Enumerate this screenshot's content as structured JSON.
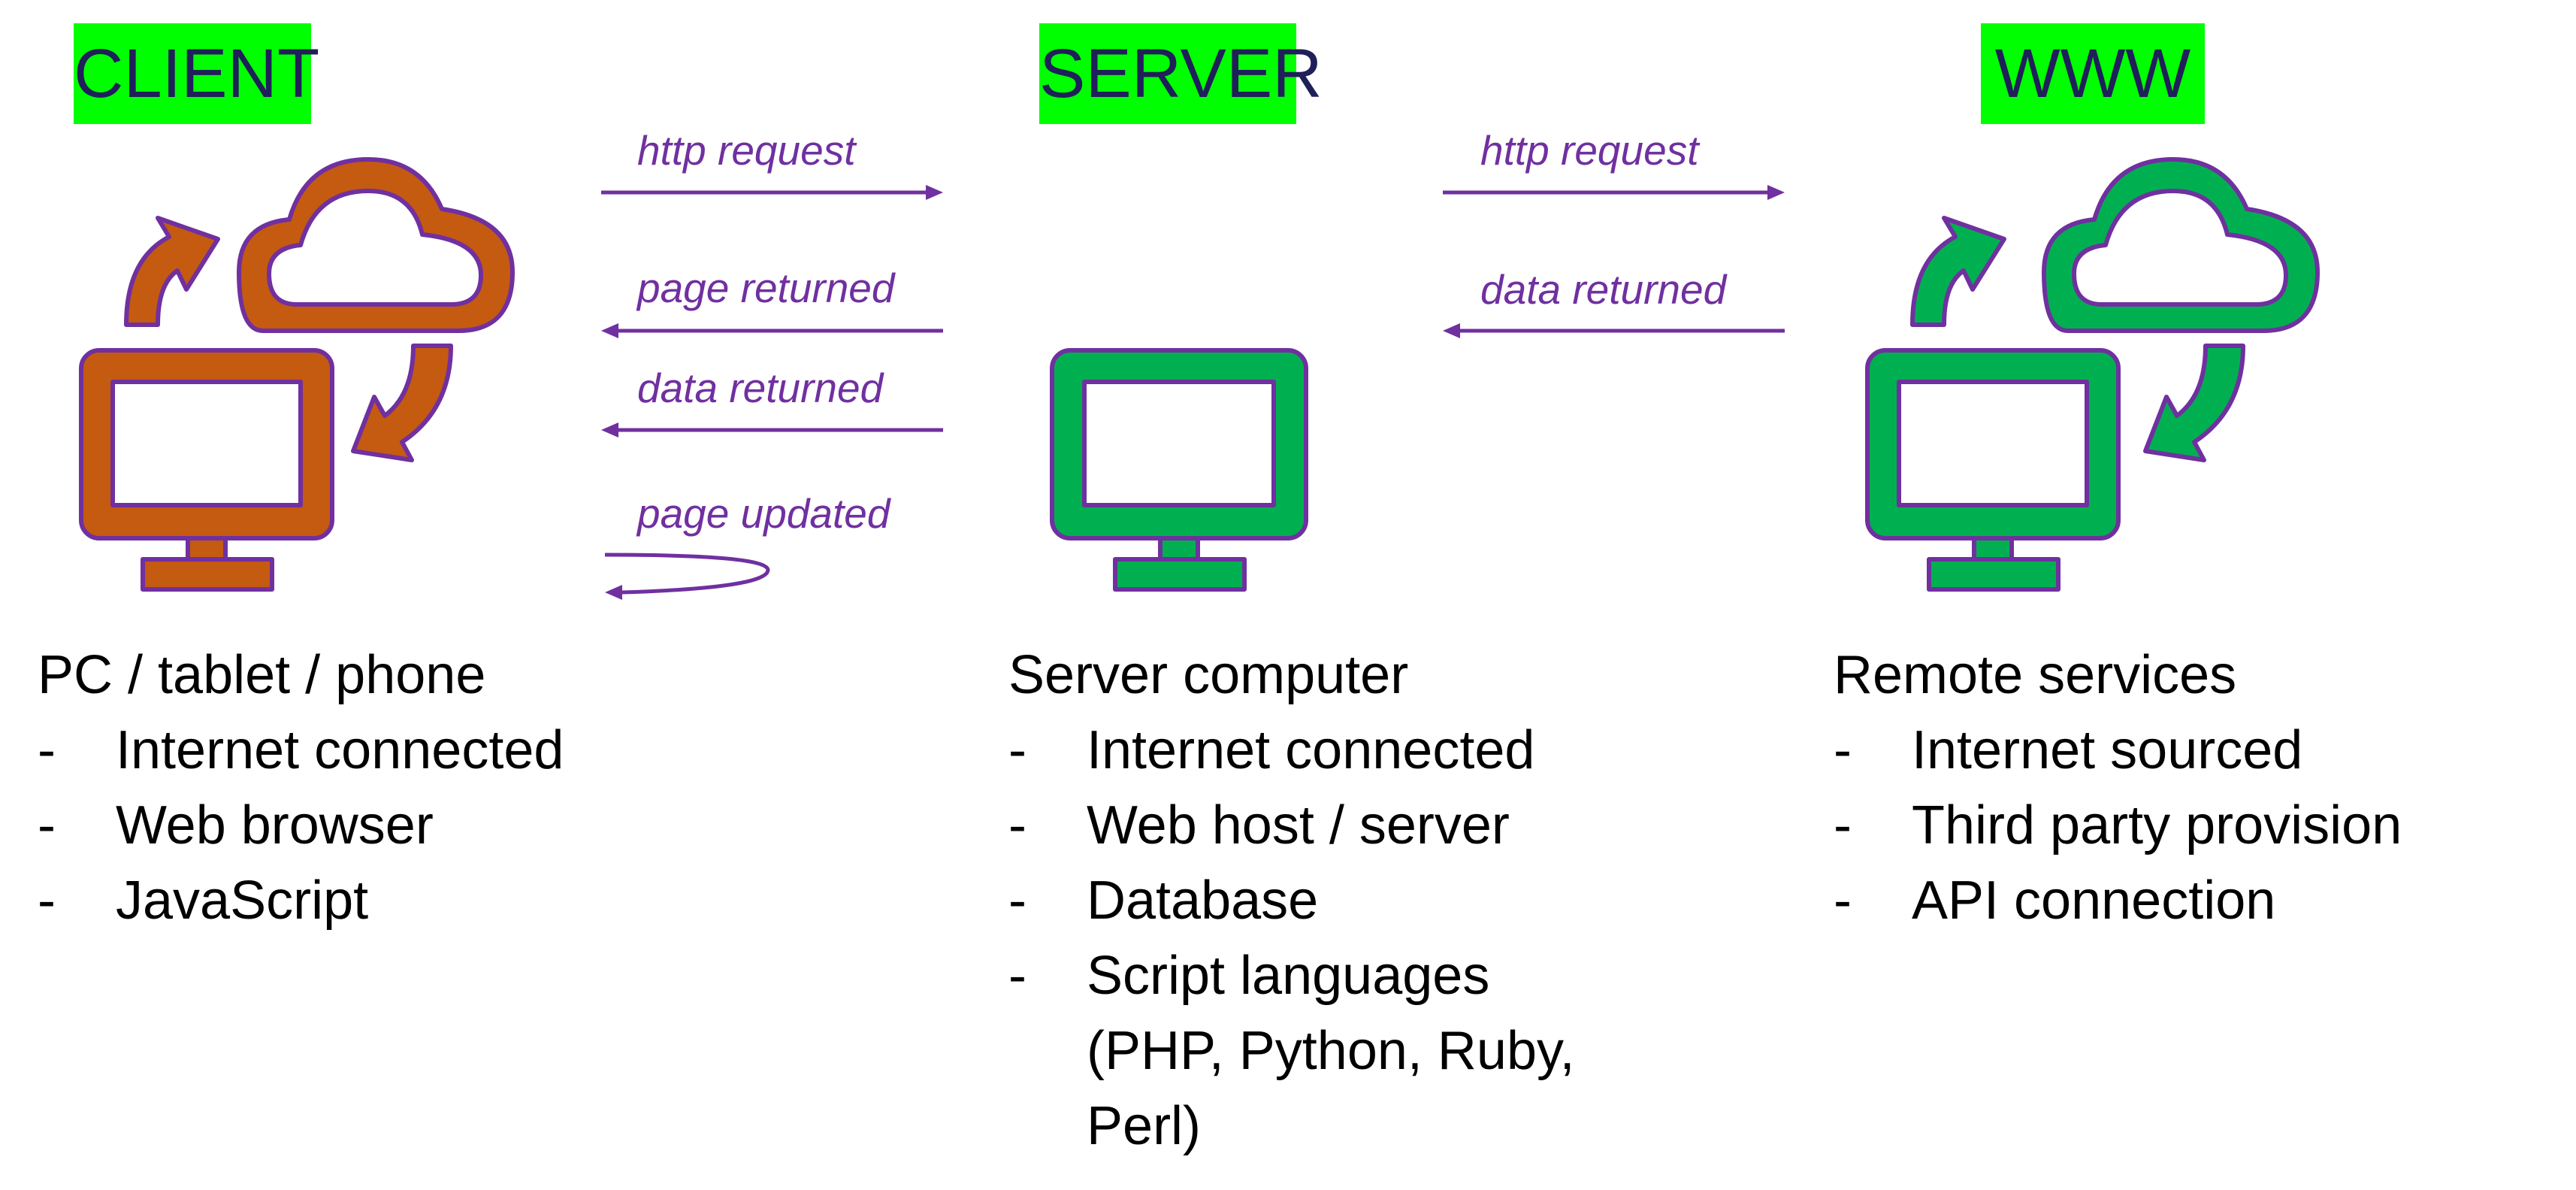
{
  "colors": {
    "heading_bg": "#00ff00",
    "heading_text": "#1f1f5a",
    "accent_purple": "#7030a0",
    "client_orange": "#c55a11",
    "server_green": "#00b050"
  },
  "columns": [
    {
      "heading": "CLIENT",
      "icon": "computer-cloud-sync-icon",
      "title": "PC / tablet / phone",
      "items": [
        "Internet connected",
        "Web browser",
        "JavaScript"
      ]
    },
    {
      "heading": "SERVER",
      "icon": "monitor-icon",
      "title": "Server computer",
      "items": [
        "Internet connected",
        "Web host / server",
        "Database",
        "Script languages",
        "(PHP, Python, Ruby,",
        "Perl)"
      ]
    },
    {
      "heading": "WWW",
      "icon": "computer-cloud-sync-icon",
      "title": "Remote services",
      "items": [
        "Internet sourced",
        "Third party provision",
        "API connection"
      ]
    }
  ],
  "bullet": "-",
  "arrows": {
    "client_server": [
      "http request",
      "page returned",
      "data returned",
      "page updated"
    ],
    "server_www": [
      "http request",
      "data returned"
    ]
  }
}
